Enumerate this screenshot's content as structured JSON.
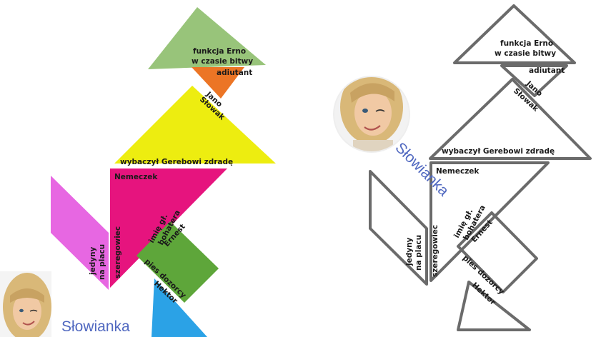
{
  "labels": {
    "funkcja_line1": "funkcja Erno",
    "funkcja_line2": "w czasie bitwy",
    "adiutant": "adiutant",
    "jano": "Jano",
    "slowak": "Słowak",
    "wybaczyl": "wybaczył Gerebowi zdradę",
    "nemeczek": "Nemeczek",
    "imie_line1": "imię gł.",
    "imie_line2": "bohatera",
    "ernest": "Ernest",
    "jedyny_line1": "jedyny",
    "jedyny_line2": "na placu",
    "szeregowiec": "szeregowiec",
    "pies": "pies dozorcy",
    "hektor": "Hektor"
  },
  "signature": "Słowianka",
  "colors": {
    "green_triangle": "#98c47a",
    "orange_triangle": "#ec7525",
    "yellow_triangle": "#eded10",
    "magenta_triangle": "#e6147e",
    "pink_parallelogram": "#e767e2",
    "green_square": "#5ea63a",
    "blue_triangle": "#2ba2e6",
    "outline_gray": "#6b6b6b",
    "signature_blue": "#5068c0"
  },
  "icons": [
    "avatar-icon"
  ]
}
